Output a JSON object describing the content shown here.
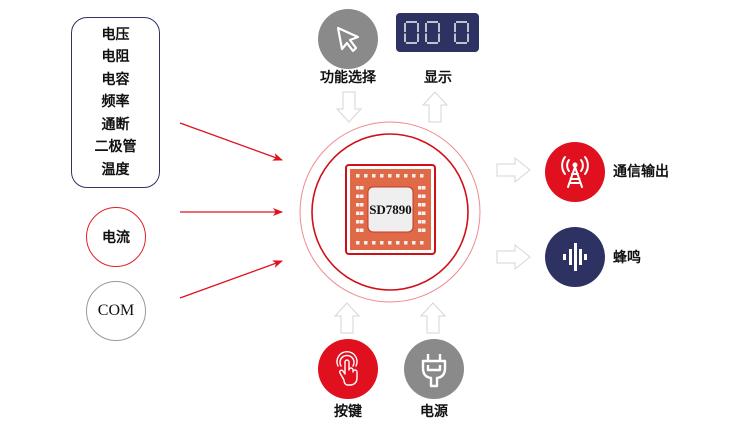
{
  "measurements": {
    "items": [
      "电压",
      "电阻",
      "电容",
      "频率",
      "通断",
      "二极管",
      "温度"
    ]
  },
  "inputs": {
    "current_label": "电流",
    "com_label": "COM"
  },
  "chip": {
    "label": "SD7890"
  },
  "top": {
    "function_select_label": "功能选择",
    "display_label": "显示",
    "display_digits": "00 0"
  },
  "right": {
    "comm_output_label": "通信输出",
    "buzzer_label": "蜂鸣"
  },
  "bottom": {
    "button_label": "按键",
    "power_label": "电源"
  },
  "colors": {
    "red": "#e0101e",
    "navy": "#2d3262",
    "gray": "#8a8a8a",
    "chip_orange": "#e06a48"
  }
}
